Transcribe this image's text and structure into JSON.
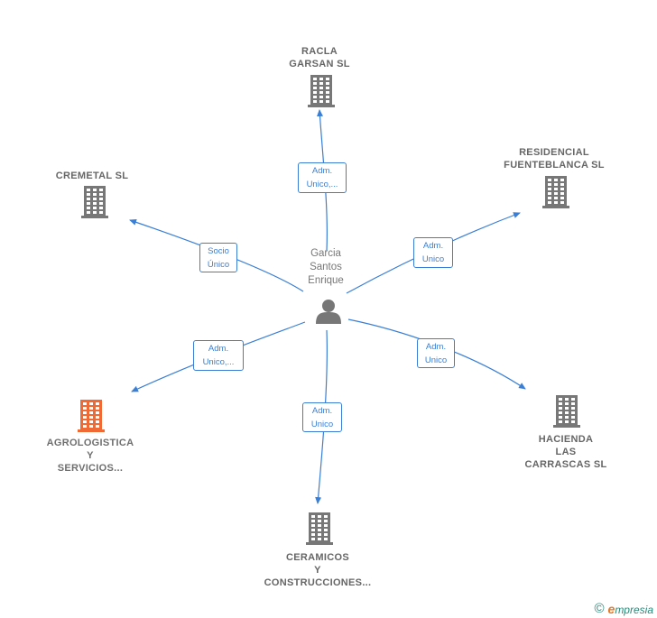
{
  "person": {
    "name_lines": [
      "Garcia",
      "Santos",
      "Enrique"
    ],
    "icon": "person-icon"
  },
  "companies": [
    {
      "id": "racla",
      "lines": [
        "RACLA",
        "GARSAN  SL"
      ],
      "icon": "building-icon",
      "color": "#777777"
    },
    {
      "id": "residencial",
      "lines": [
        "RESIDENCIAL",
        "FUENTEBLANCA SL"
      ],
      "icon": "building-icon",
      "color": "#777777"
    },
    {
      "id": "cremetal",
      "lines": [
        "CREMETAL  SL"
      ],
      "icon": "building-icon",
      "color": "#777777"
    },
    {
      "id": "agrologistica",
      "lines": [
        "AGROLOGISTICA",
        "Y",
        "SERVICIOS..."
      ],
      "icon": "building-icon",
      "color": "#f06a35"
    },
    {
      "id": "hacienda",
      "lines": [
        "HACIENDA",
        "LAS",
        "CARRASCAS SL"
      ],
      "icon": "building-icon",
      "color": "#777777"
    },
    {
      "id": "ceramicos",
      "lines": [
        "CERAMICOS",
        "Y",
        "CONSTRUCCIONES..."
      ],
      "icon": "building-icon",
      "color": "#777777"
    }
  ],
  "roles": [
    {
      "to": "racla",
      "lines": [
        "Adm.",
        "Unico,..."
      ]
    },
    {
      "to": "residencial",
      "lines": [
        "Adm.",
        "Unico"
      ]
    },
    {
      "to": "cremetal",
      "lines": [
        "Socio",
        "Único"
      ]
    },
    {
      "to": "agrologistica",
      "lines": [
        "Adm.",
        "Unico,..."
      ]
    },
    {
      "to": "hacienda",
      "lines": [
        "Adm.",
        "Unico"
      ]
    },
    {
      "to": "ceramicos",
      "lines": [
        "Adm.",
        "Unico"
      ]
    }
  ],
  "colors": {
    "edge": "#3a7fd5",
    "building": "#777777",
    "highlight": "#f06a35",
    "person": "#777777"
  },
  "brand": {
    "copyright": "©",
    "name": "mpresia",
    "initial": "e"
  }
}
